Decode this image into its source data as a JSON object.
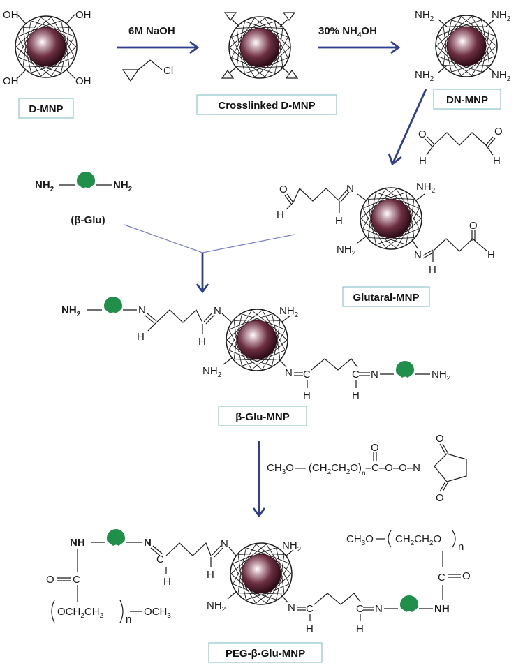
{
  "colors": {
    "arrow": "#2e3f8f",
    "core": "#5a2534",
    "shell": "#1a1a1a",
    "enzyme": "#1f8f4a",
    "label_border": "#8fc4cf"
  },
  "icons": {
    "particle": "magnetic-nanoparticle-icon",
    "enzyme": "beta-glucosidase-enzyme-icon"
  },
  "stage1": {
    "particle_label": "D-MNP",
    "groups": [
      "OH",
      "OH",
      "OH",
      "OH"
    ],
    "reagent1": "6M NaOH",
    "reagent2_atom": "Cl",
    "product_label": "Crosslinked D-MNP",
    "reagent3": "30% NH",
    "reagent3_sub": "4",
    "reagent3_tail": "OH",
    "amine_label": "DN-MNP"
  },
  "stage2": {
    "enzyme_caption": "(β-Glu)",
    "glutaral_label": "Glutaral-MNP"
  },
  "stage3": {
    "label": "β-Glu-MNP",
    "peg_reagent": {
      "a": "CH",
      "a_sub": "3",
      "b": "O",
      "c": "(CH",
      "c_sub": "2",
      "d": "CH",
      "d_sub": "2",
      "e": "O)",
      "e_sub": "n",
      "f": "C",
      "g": "O",
      "h": "N"
    }
  },
  "stage4": {
    "label": "PEG-β-Glu-MNP"
  },
  "chem": {
    "NH": "NH",
    "sub2": "2",
    "N": "N",
    "C": "C",
    "H": "H",
    "O": "O",
    "OCH": "OCH",
    "CH": "CH",
    "sub3": "3",
    "subn": "n"
  }
}
